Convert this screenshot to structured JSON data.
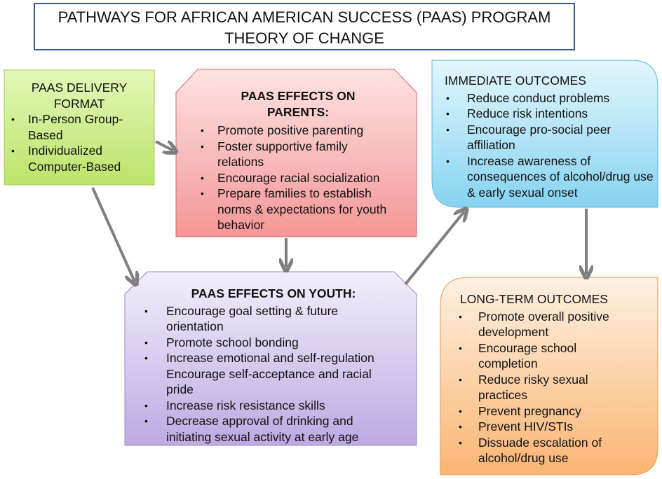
{
  "title": {
    "line1": "PATHWAYS FOR AFRICAN AMERICAN  SUCCESS (PAAS) PROGRAM",
    "line2": "THEORY OF CHANGE"
  },
  "delivery": {
    "heading_line1": "PAAS  DELIVERY",
    "heading_line2": "FORMAT",
    "items": [
      "In-Person Group-Based",
      "Individualized Computer-Based"
    ],
    "color": "#c9ec7e"
  },
  "parents": {
    "heading_line1": "PAAS EFFECTS ON",
    "heading_line2": "PARENTS:",
    "items": [
      "Promote positive parenting",
      "Foster supportive family relations",
      "Encourage  racial socialization",
      "Prepare families to establish norms & expectations for youth behavior"
    ],
    "color": "#f5a3a3"
  },
  "immediate": {
    "heading": "IMMEDIATE  OUTCOMES",
    "items": [
      "Reduce conduct problems",
      "Reduce risk intentions",
      "Encourage pro-social peer affiliation",
      "Increase awareness of consequences of alcohol/drug use & early sexual  onset"
    ],
    "color": "#9fdcf4"
  },
  "youth": {
    "heading": "PAAS EFFECTS ON YOUTH:",
    "items": [
      "Encourage goal setting & future orientation",
      "Promote school bonding",
      "Increase emotional and self-regulation Encourage self-acceptance and racial pride",
      "Increase risk resistance skills",
      "Decrease approval of drinking and initiating sexual activity at early age"
    ],
    "color": "#cdbde9"
  },
  "longterm": {
    "heading": "LONG-TERM  OUTCOMES",
    "items": [
      "Promote overall positive development",
      "Encourage school completion",
      "Reduce risky sexual practices",
      "Prevent pregnancy",
      "Prevent HIV/STIs",
      "Dissuade escalation of alcohol/drug use"
    ],
    "color": "#fbc491"
  },
  "arrow_color": "#7f7f7f",
  "title_border_color": "#3a5a8c"
}
